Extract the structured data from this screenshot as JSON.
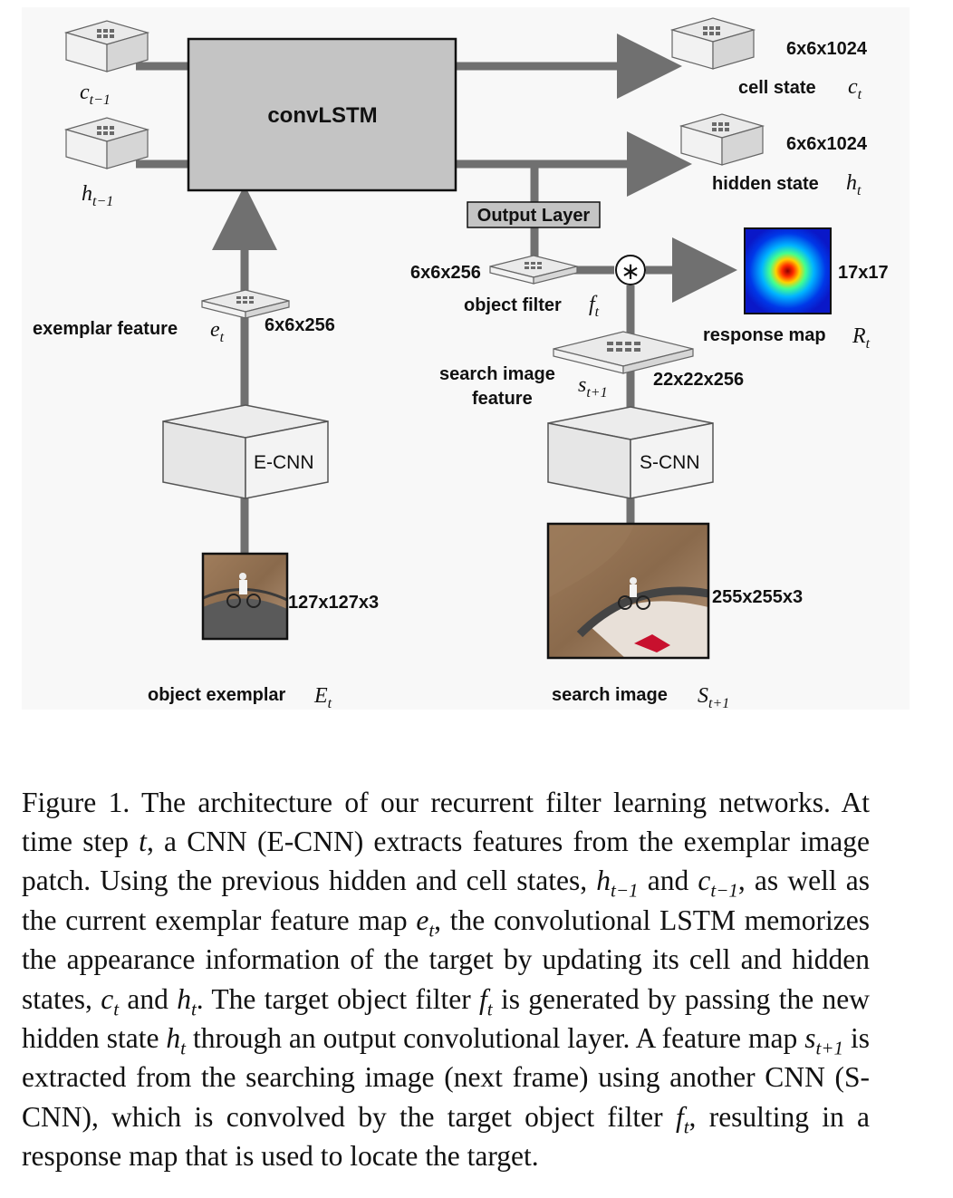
{
  "diagram": {
    "convlstm_label": "convLSTM",
    "c_prev": {
      "base": "c",
      "sub": "t−1"
    },
    "h_prev": {
      "base": "h",
      "sub": "t−1"
    },
    "cell_state": {
      "dims": "6x6x1024",
      "label": "cell state",
      "sym": "c",
      "sub": "t"
    },
    "hidden_state": {
      "dims": "6x6x1024",
      "label": "hidden state",
      "sym": "h",
      "sub": "t"
    },
    "output_layer_label": "Output Layer",
    "object_filter": {
      "dims": "6x6x256",
      "label": "object filter",
      "sym": "f",
      "sub": "t"
    },
    "convolution_symbol": "∗",
    "response_map": {
      "dims": "17x17",
      "label": "response map",
      "sym": "R",
      "sub": "t"
    },
    "exemplar_feature": {
      "label": "exemplar feature",
      "sym": "e",
      "sub": "t",
      "dims": "6x6x256"
    },
    "search_feature": {
      "label_line1": "search image",
      "label_line2": "feature",
      "sym": "s",
      "sub": "t+1",
      "dims": "22x22x256"
    },
    "ecnn_label": "E-CNN",
    "scnn_label": "S-CNN",
    "object_exemplar": {
      "dims": "127x127x3",
      "label": "object exemplar",
      "sym": "E",
      "sub": "t"
    },
    "search_image": {
      "dims": "255x255x3",
      "label": "search image",
      "sym": "S",
      "sub": "t+1"
    },
    "colors": {
      "convlstm_fill": "#c4c4c4",
      "arrow": "#707070",
      "cube_top": "#e9e9e9",
      "cube_side": "#d6d6d6"
    }
  },
  "caption": [
    {
      "t": "Figure 1. The architecture of our recurrent filter learning networks. At time step "
    },
    {
      "i": "t"
    },
    {
      "t": ", a CNN (E-CNN) extracts features from the exemplar image patch. Using the previous hidden and cell states, "
    },
    {
      "i": "h",
      "sub": "t−1"
    },
    {
      "t": " and "
    },
    {
      "i": "c",
      "sub": "t−1"
    },
    {
      "t": ", as well as the current exemplar feature map "
    },
    {
      "i": "e",
      "sub": "t"
    },
    {
      "t": ", the convolutional LSTM memorizes the appearance information of the target by updating its cell and hidden states, "
    },
    {
      "i": "c",
      "sub": "t"
    },
    {
      "t": " and "
    },
    {
      "i": "h",
      "sub": "t"
    },
    {
      "t": ". The target object filter "
    },
    {
      "i": "f",
      "sub": "t"
    },
    {
      "t": " is generated by passing the new hidden state "
    },
    {
      "i": "h",
      "sub": "t"
    },
    {
      "t": " through an output convolutional layer. A feature map "
    },
    {
      "i": "s",
      "sub": "t+1"
    },
    {
      "t": " is extracted from the searching image (next frame) using another CNN (S-CNN), which is convolved by the target object filter "
    },
    {
      "i": "f",
      "sub": "t"
    },
    {
      "t": ", resulting in a response map that is used to locate the target."
    }
  ]
}
